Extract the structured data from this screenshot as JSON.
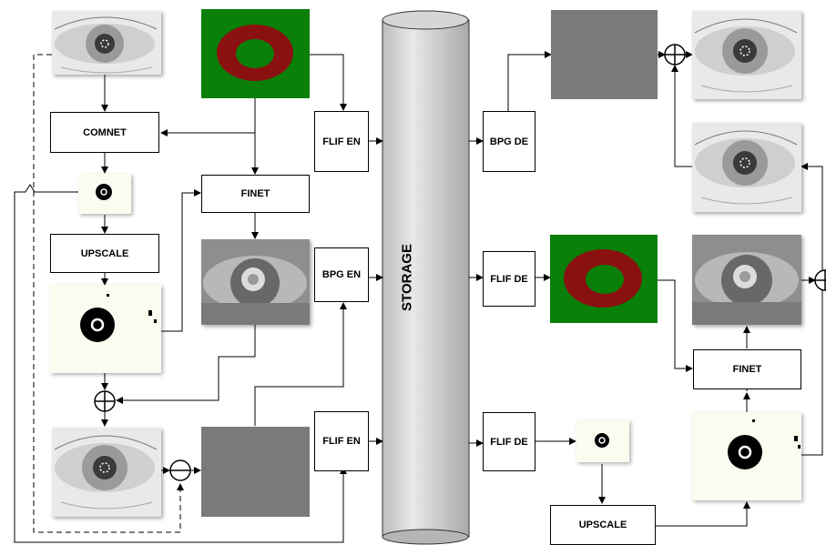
{
  "storage": {
    "label": "STORAGE"
  },
  "encoder": {
    "comnet": "COMNET",
    "upscale": "UPSCALE",
    "finet": "FINET",
    "flif_en_top": "FLIF EN",
    "bpg_en": "BPG EN",
    "flif_en_bottom": "FLIF EN"
  },
  "decoder": {
    "bpg_de": "BPG DE",
    "flif_de_mid": "FLIF DE",
    "flif_de_bottom": "FLIF DE",
    "finet": "FINET",
    "upscale": "UPSCALE"
  },
  "symbols": {
    "add": "⊕",
    "subtract": "⊖"
  },
  "colors": {
    "green": "#0a7f0a",
    "red": "#8b1010",
    "grey": "#7a7a7a"
  }
}
